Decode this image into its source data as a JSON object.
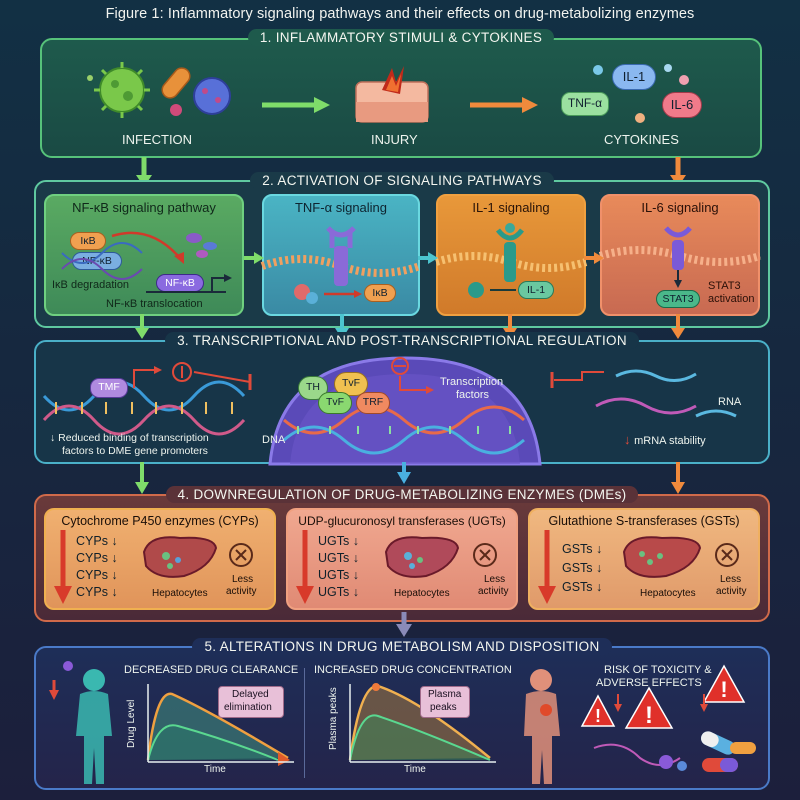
{
  "figure_title": "Figure 1: Inflammatory signaling pathways and their effects on drug-metabolizing enzymes",
  "section1": {
    "title": "1. INFLAMMATORY STIMULI & CYTOKINES",
    "infection": "INFECTION",
    "injury": "INJURY",
    "cytokines": "CYTOKINES",
    "cytokine_labels": [
      "TNF-α",
      "IL-1",
      "IL-6"
    ]
  },
  "section2": {
    "title": "2. ACTIVATION OF SIGNALING PATHWAYS",
    "nfkb": {
      "title": "NF-κB signaling pathway",
      "ikb": "IκB",
      "nfkb": "NF-κB",
      "nfkb2": "NF-κB",
      "degradation": "IκB degradation",
      "translocation": "NF-κB translocation"
    },
    "tnf": {
      "title": "TNF-α signaling",
      "ikb": "IκB"
    },
    "il1": {
      "title": "IL-1 signaling",
      "il1": "IL-1"
    },
    "il6": {
      "title": "IL-6 signaling",
      "stat3": "STAT3",
      "activation_line1": "STAT3",
      "activation_line2": "activation"
    }
  },
  "section3": {
    "title": "3. TRANSCRIPTIONAL AND POST-TRANSCRIPTIONAL REGULATION",
    "tmf": "TMF",
    "reduced_line1": "↓ Reduced binding of transcription",
    "reduced_line2": "factors to DME gene promoters",
    "tf_th": "TH",
    "tf_tvf1": "TvF",
    "tf_tvf2": "TvF",
    "tf_trf": "TRF",
    "transcription_factors_line1": "Transcription",
    "transcription_factors_line2": "factors",
    "dna": "DNA",
    "rna": "RNA",
    "mrna": "mRNA stability"
  },
  "section4": {
    "title": "4. DOWNREGULATION OF DRUG-METABOLIZING ENZYMES (DMEs)",
    "cyp": {
      "title": "Cytochrome P450 enzymes (CYPs)",
      "rows": [
        "CYPs ↓",
        "CYPs ↓",
        "CYPs ↓",
        "CYPs ↓"
      ]
    },
    "ugt": {
      "title": "UDP-glucuronosyl transferases (UGTs)",
      "rows": [
        "UGTs ↓",
        "UGTs ↓",
        "UGTs ↓",
        "UGTs ↓"
      ]
    },
    "gst": {
      "title": "Glutathione S-transferases (GSTs)",
      "rows": [
        "GSTs ↓",
        "GSTs ↓",
        "GSTs ↓"
      ]
    },
    "hepatocytes": "Hepatocytes",
    "less_line1": "Less",
    "less_line2": "activity"
  },
  "section5": {
    "title": "5. ALTERATIONS IN DRUG METABOLISM AND DISPOSITION",
    "decreased": "DECREASED DRUG CLEARANCE",
    "increased": "INCREASED DRUG CONCENTRATION",
    "risk_line1": "RISK OF TOXICITY &",
    "risk_line2": "ADVERSE EFFECTS",
    "drug_level": "Drug Level",
    "time1": "Time",
    "delayed_line1": "Delayed",
    "delayed_line2": "elimination",
    "plasma_axis": "Plasma peaks",
    "plasma_line1": "Plasma",
    "plasma_line2": "peaks",
    "time2": "Time"
  },
  "colors": {
    "green": "#5fc97a",
    "teal": "#4cc4cf",
    "orange": "#f08a3c",
    "blue": "#4ba3d8",
    "purple": "#7a5ad8",
    "red": "#e04a3a"
  }
}
